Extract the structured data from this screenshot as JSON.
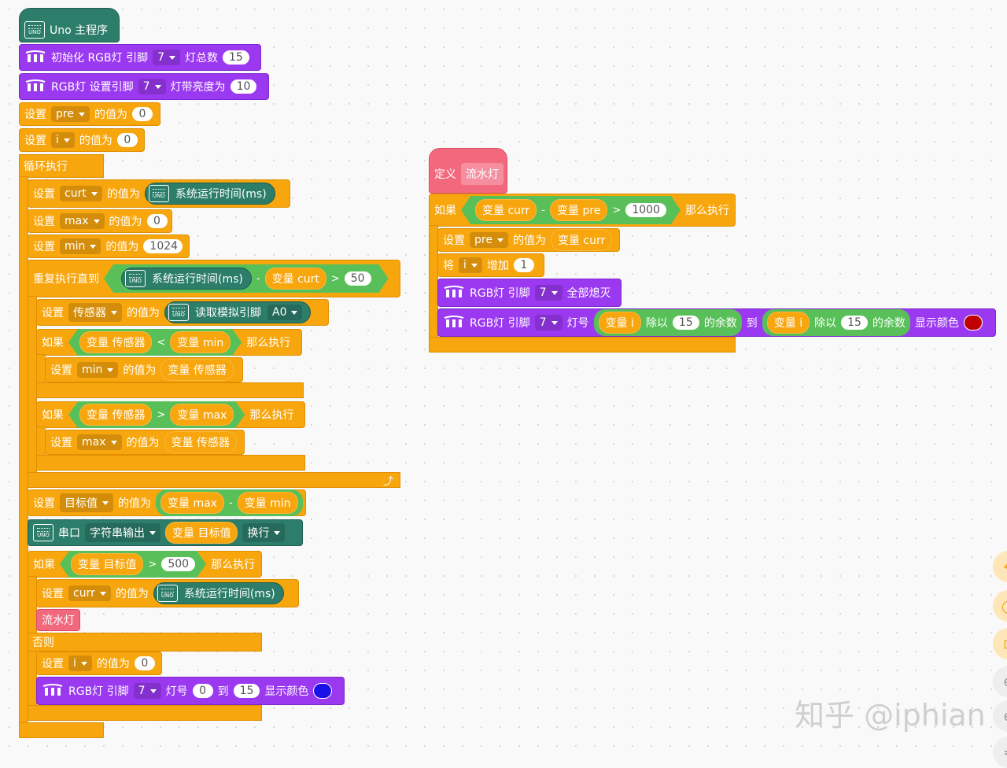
{
  "kw": {
    "set": "设置",
    "valueof": "的值为",
    "loop": "循环执行",
    "repeat_until": "重复执行直到",
    "if": "如果",
    "then": "那么执行",
    "else": "否则",
    "define": "定义",
    "let": "将",
    "inc": "增加",
    "rgb": "RGB灯 引脚",
    "off": "全部熄灭",
    "lampno": "灯号",
    "to": "到",
    "showcolor": "显示颜色",
    "mod": "除以",
    "rem": "的余数",
    "var": "变量",
    "uno_icon": "UNO",
    "systime": "系统运行时间(ms)",
    "read": "读取模拟引脚",
    "serial": "串口",
    "strout": "字符串输出",
    "newline": "换行",
    "minus": "-",
    "gt": ">",
    "lt": "<"
  },
  "main": {
    "hat": "Uno 主程序",
    "init": {
      "a": "初始化 RGB灯 引脚",
      "pin": "7",
      "b": "灯总数",
      "n": "15"
    },
    "bright": {
      "a": "RGB灯 设置引脚",
      "pin": "7",
      "b": "灯带亮度为",
      "n": "10"
    },
    "v": {
      "pre": "pre",
      "i": "i",
      "curt": "curt",
      "max": "max",
      "min": "min",
      "sensor": "传感器",
      "target": "目标值",
      "curr": "curr"
    },
    "n": {
      "zero": "0",
      "n1024": "1024",
      "n50": "50",
      "a0": "A0",
      "n500": "500",
      "n15": "15",
      "n1000": "1000",
      "n1": "1"
    },
    "proc_call": "流水灯"
  },
  "proc": {
    "name": "流水灯",
    "pin": "7"
  },
  "colors": {
    "red": "#c00000",
    "blue": "#1a10e8"
  },
  "watermark": "知乎 @iphian",
  "right_icons": [
    "undo-icon",
    "redo-icon",
    "crop-icon",
    "zoom-in-icon",
    "zoom-out-icon",
    "reset-icon"
  ]
}
